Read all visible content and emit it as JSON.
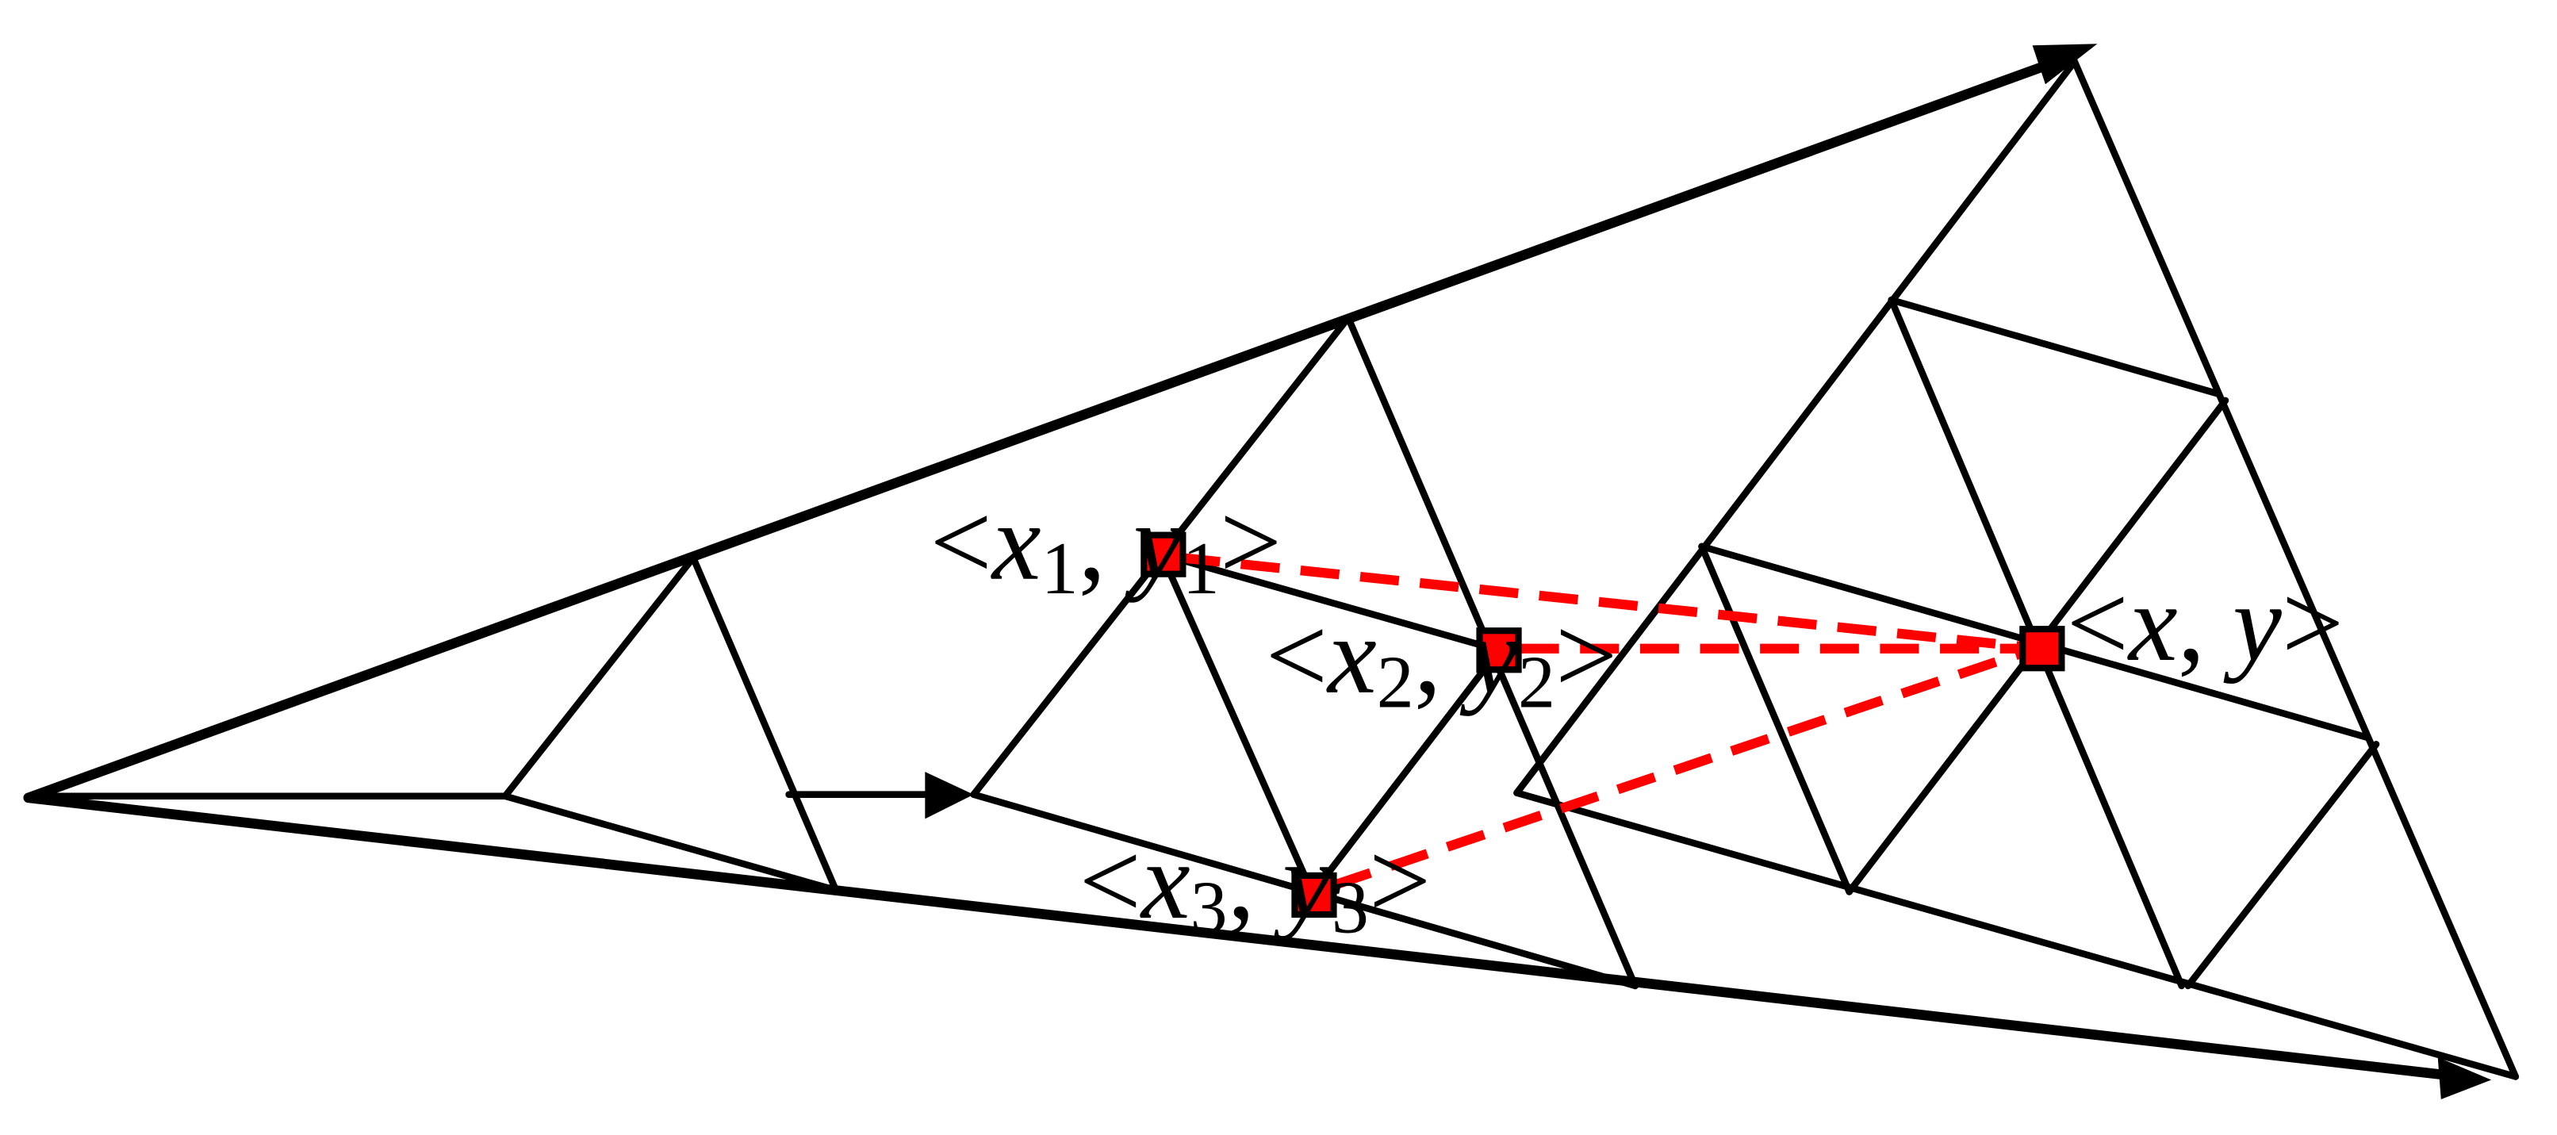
{
  "colors": {
    "mesh": "#000000",
    "point_fill": "#ff0000",
    "dashed_line": "#ff0000",
    "background": "#ffffff"
  },
  "points": [
    {
      "id": "p1",
      "label": {
        "lt": "<",
        "var_x": "x",
        "sub_x": "1",
        "comma": ", ",
        "var_y": "y",
        "sub_y": "1",
        "gt": ">"
      }
    },
    {
      "id": "p2",
      "label": {
        "lt": "<",
        "var_x": "x",
        "sub_x": "2",
        "comma": ", ",
        "var_y": "y",
        "sub_y": "2",
        "gt": ">"
      }
    },
    {
      "id": "p3",
      "label": {
        "lt": "<",
        "var_x": "x",
        "sub_x": "3",
        "comma": ", ",
        "var_y": "y",
        "sub_y": "3",
        "gt": ">"
      }
    },
    {
      "id": "target",
      "label": {
        "lt": "<",
        "var_x": "x",
        "comma": ", ",
        "var_y": "y",
        "gt": ">"
      }
    }
  ]
}
